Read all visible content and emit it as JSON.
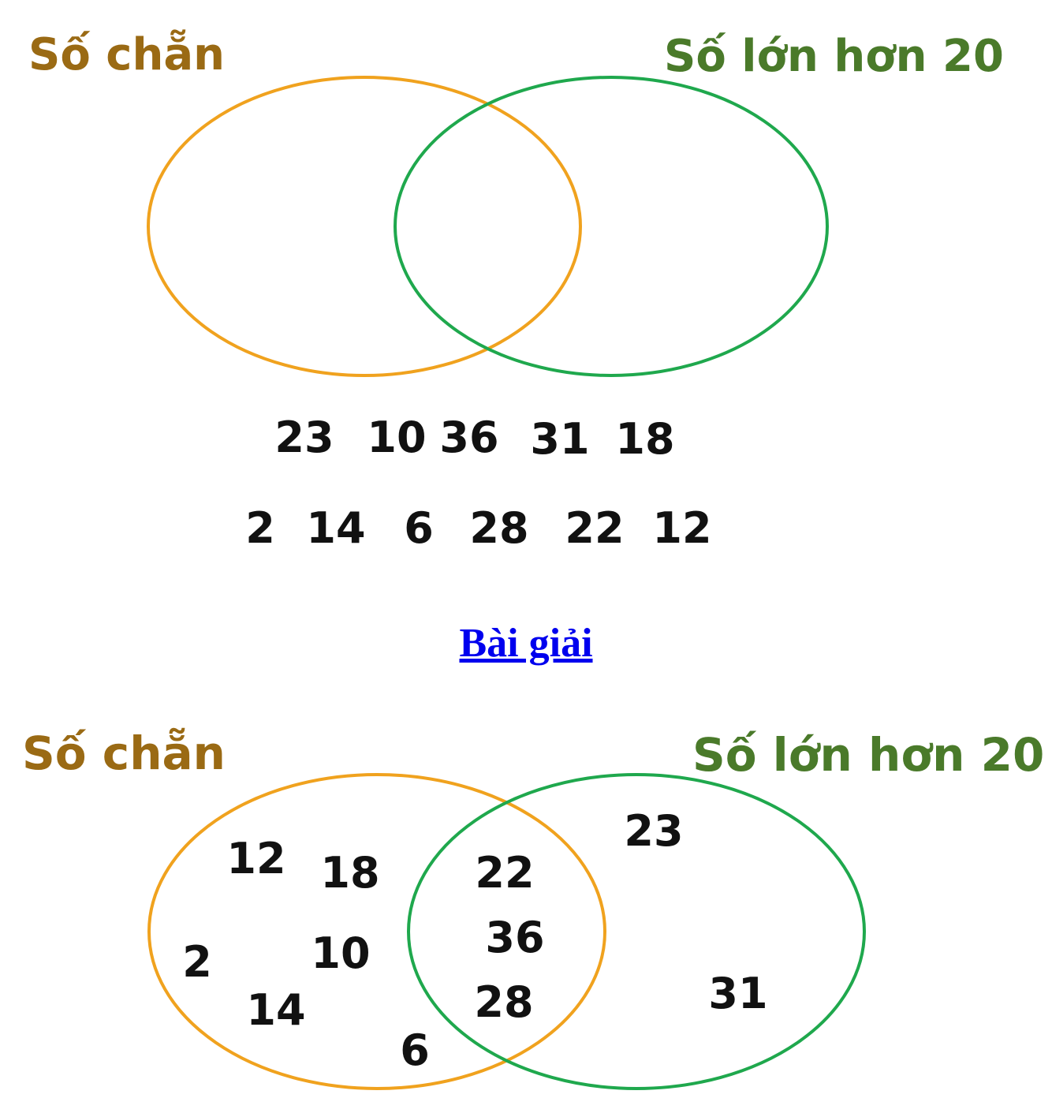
{
  "problem": {
    "label_even": "Số chẵn",
    "label_gt20": "Số lớn hơn 20",
    "numbers_row1": [
      "23",
      "10",
      "36",
      "31",
      "18"
    ],
    "numbers_row2": [
      "2",
      "14",
      "6",
      "28",
      "22",
      "12"
    ]
  },
  "solution_link": "Bài giải",
  "solution": {
    "label_even": "Số chẵn",
    "label_gt20": "Số lớn hơn 20",
    "even_only": [
      "12",
      "18",
      "2",
      "10",
      "14",
      "6"
    ],
    "both": [
      "22",
      "36",
      "28"
    ],
    "gt20_only": [
      "23",
      "31"
    ]
  },
  "colors": {
    "even_label": "#9a6a14",
    "gt20_label": "#4a7a2a",
    "even_circle": "#f0a21e",
    "gt20_circle": "#1fa84d"
  }
}
